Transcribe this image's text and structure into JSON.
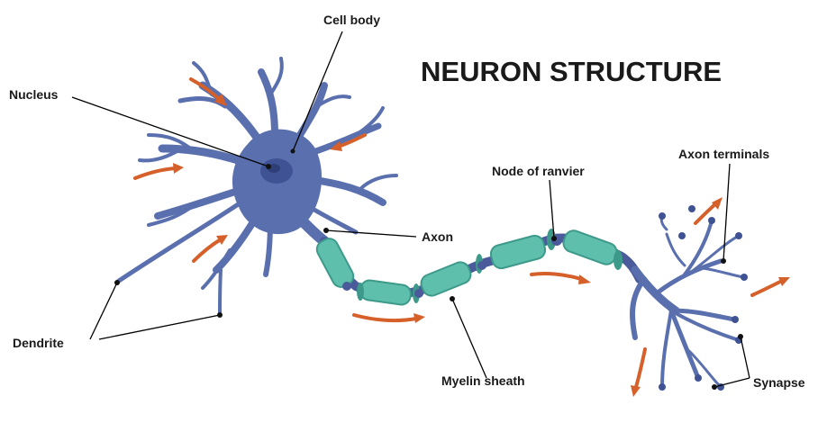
{
  "title": "NEURON STRUCTURE",
  "labels": {
    "cell_body": "Cell body",
    "nucleus": "Nucleus",
    "axon": "Axon",
    "node_of_ranvier": "Node of ranvier",
    "axon_terminals": "Axon terminals",
    "dendrite": "Dendrite",
    "myelin_sheath": "Myelin sheath",
    "synapse": "Synapse"
  },
  "colors": {
    "neuron_body": "#5a6fae",
    "neuron_dark": "#3f5293",
    "myelin": "#5fbfad",
    "myelin_dark": "#3d9a8a",
    "arrow": "#d5602a",
    "leader_line": "#000000"
  }
}
